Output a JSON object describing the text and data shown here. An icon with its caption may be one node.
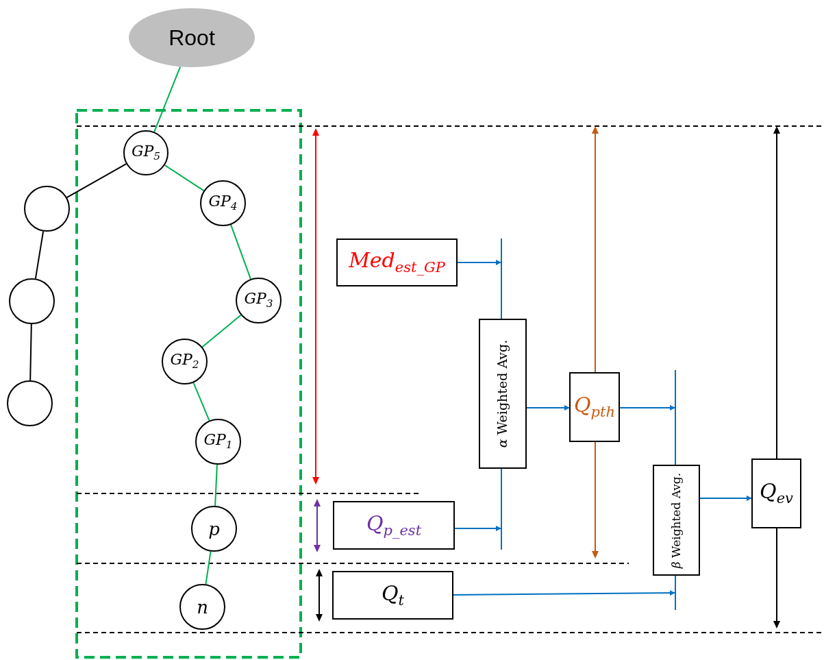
{
  "diagram": {
    "nodes": [
      {
        "text": [
          "Root"
        ]
      },
      {
        "text": [
          "GP$_{5}$"
        ]
      },
      {
        "text": [],
        "shape": "circle"
      },
      {
        "text": [
          "GP$_{4}$"
        ]
      },
      {
        "text": [
          "Med$_{est_GP}$"
        ]
      },
      {
        "text": [],
        "shape": "circle"
      },
      {
        "text": [
          "GP$_{3}$"
        ]
      },
      {
        "text": [
          "*α* Weighted Avg."
        ]
      },
      {
        "text": [
          "GP$_{2}$"
        ]
      },
      {
        "text": [
          "Q$_{pth}$"
        ]
      },
      {
        "text": [],
        "shape": "circle"
      },
      {
        "text": [
          "GP$_{1}$"
        ]
      },
      {
        "text": [
          "*β* Weighted Avg."
        ]
      },
      {
        "text": [
          "Q$_{ev}$"
        ]
      },
      {
        "text": [
          "p"
        ]
      },
      {
        "text": [
          "Q$_{p_est}$"
        ]
      },
      {
        "text": [
          "n"
        ]
      },
      {
        "text": [
          "Q$_{t}$"
        ]
      },
      {
        "text": [],
        "shape": "bar"
      },
      {
        "text": [],
        "shape": "bar"
      }
    ],
    "edges": [
      {
        "from": 0,
        "to": 1,
        "arrow": "none"
      },
      {
        "from": 1,
        "to": 2,
        "arrow": "none",
        "color": "#000000"
      },
      {
        "from": 1,
        "to": 3,
        "arrow": "none"
      },
      {
        "from": 2,
        "to": 5,
        "arrow": "none",
        "color": "#000000"
      },
      {
        "from": 5,
        "to": 10,
        "arrow": "none",
        "color": "#000000"
      },
      {
        "from": 3,
        "to": 6,
        "arrow": "none"
      },
      {
        "from": 6,
        "to": 8,
        "arrow": "none"
      },
      {
        "from": 8,
        "to": 11,
        "arrow": "none"
      },
      {
        "from": 11,
        "to": 14,
        "arrow": "none"
      },
      {
        "from": 14,
        "to": 16,
        "arrow": "none"
      },
      {
        "from": 4,
        "to": 18,
        "arrow": "to",
        "color": "#0070c0"
      },
      {
        "from": 15,
        "to": 18,
        "arrow": "to",
        "color": "#0070c0"
      },
      {
        "from": 7,
        "to": 9,
        "arrow": "to",
        "color": "#0070c0"
      },
      {
        "from": 9,
        "to": 19,
        "arrow": "to",
        "color": "#0070c0"
      },
      {
        "from": 17,
        "to": 19,
        "arrow": "to",
        "color": "#0070c0"
      },
      {
        "from": 12,
        "to": 13,
        "arrow": "to",
        "color": "#0070c0"
      }
    ]
  }
}
